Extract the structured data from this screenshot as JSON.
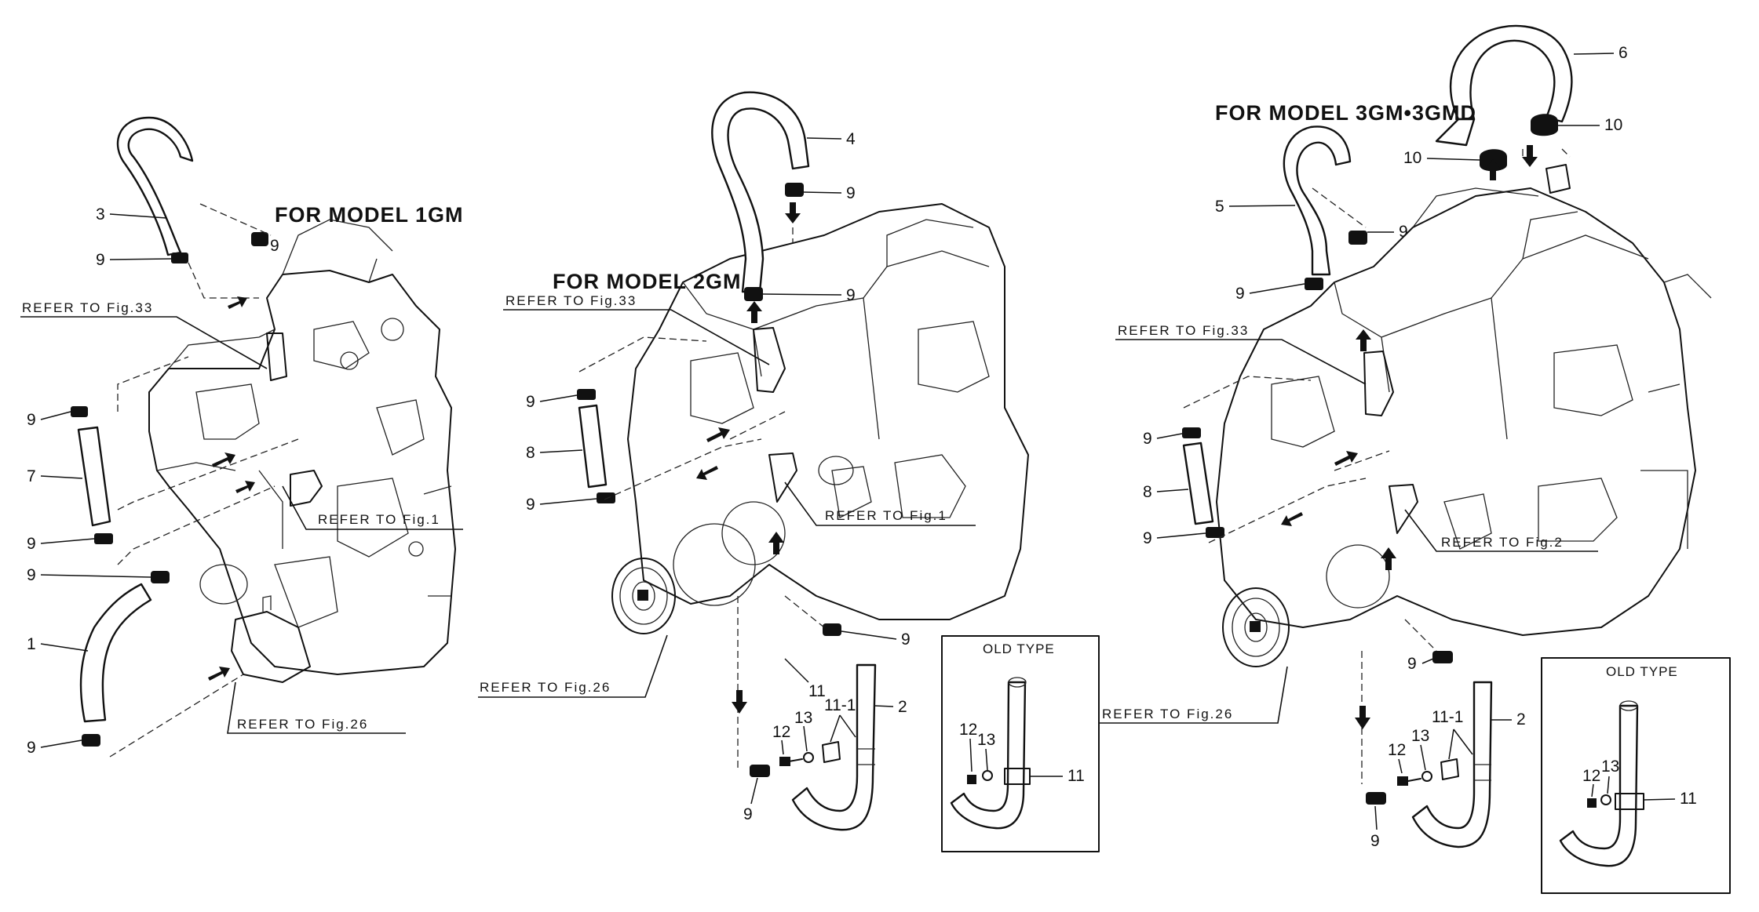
{
  "titles": {
    "model_1gm": "FOR MODEL 1GM",
    "model_2gm": "FOR MODEL 2GM",
    "model_3gm": "FOR MODEL 3GM•3GMD"
  },
  "refs": {
    "fig33": "REFER TO Fig.33",
    "fig1": "REFER TO Fig.1",
    "fig2": "REFER TO Fig.2",
    "fig26": "REFER TO Fig.26"
  },
  "old_type": "OLD TYPE",
  "parts": {
    "p1": "1",
    "p2": "2",
    "p3": "3",
    "p4": "4",
    "p5": "5",
    "p6": "6",
    "p7": "7",
    "p8": "8",
    "p9": "9",
    "p10": "10",
    "p11": "11",
    "p11_1": "11-1",
    "p12": "12",
    "p13": "13"
  },
  "icons": [
    "hose-icon",
    "clamp-icon",
    "engine-block-icon",
    "flow-arrow-icon",
    "pulley-icon",
    "bolt-icon",
    "washer-icon"
  ],
  "colors": {
    "ink": "#111111",
    "paper": "#ffffff"
  }
}
